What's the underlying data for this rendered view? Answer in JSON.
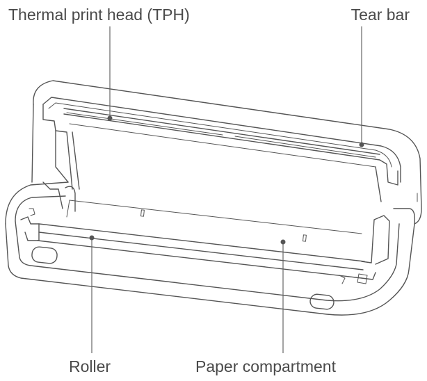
{
  "callouts": {
    "tph": "Thermal print head (TPH)",
    "tear_bar": "Tear bar",
    "roller": "Roller",
    "paper_compartment": "Paper compartment"
  },
  "colors": {
    "line": "#555555",
    "text": "#4a4a4a",
    "background": "#ffffff"
  }
}
